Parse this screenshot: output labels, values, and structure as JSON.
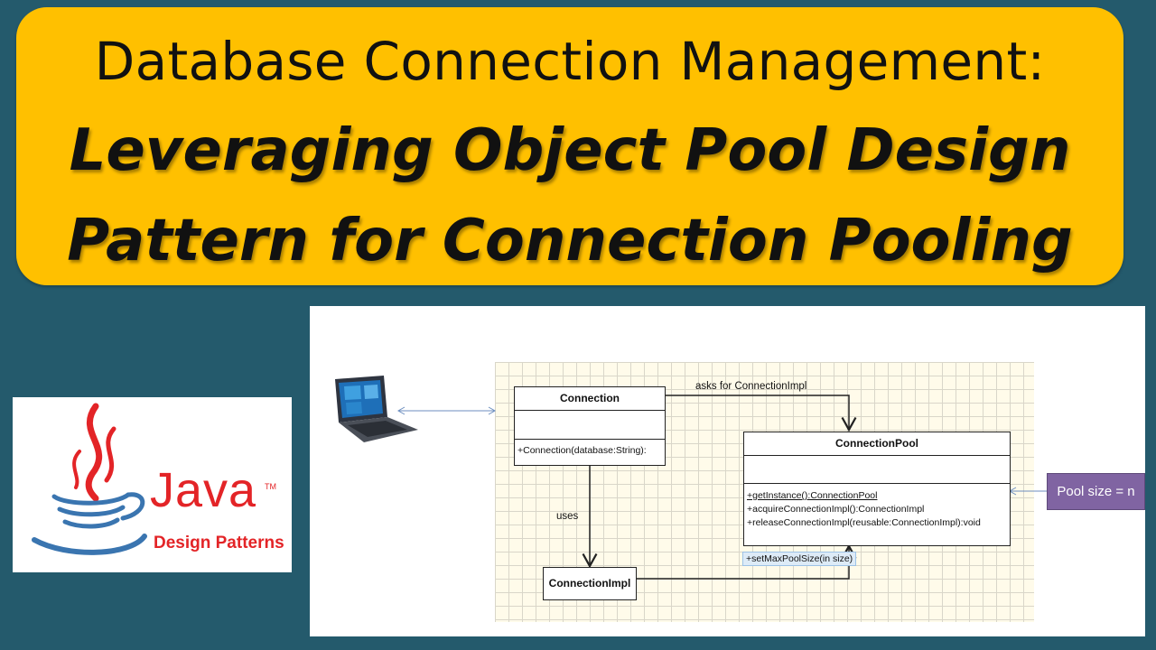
{
  "title": {
    "line1": "Database Connection Management:",
    "line2": "Leveraging Object Pool Design",
    "line3": "Pattern for Connection Pooling"
  },
  "logo": {
    "word": "Java",
    "trademark": "TM",
    "subtitle": "Design Patterns"
  },
  "diagram": {
    "connection": {
      "name": "Connection",
      "operations": [
        "+Connection(database:String):"
      ]
    },
    "connection_pool": {
      "name": "ConnectionPool",
      "operations": [
        "+getInstance():ConnectionPool",
        "+acquireConnectionImpl():ConnectionImpl",
        "+releaseConnectionImpl(reusable:ConnectionImpl):void"
      ],
      "extra_operation": "+setMaxPoolSize(in size)"
    },
    "connection_impl": {
      "name": "ConnectionImpl"
    },
    "labels": {
      "asks_for": "asks for ConnectionImpl",
      "uses": "uses"
    },
    "pool_note": "Pool size = n"
  },
  "colors": {
    "background": "#245A6C",
    "title_box": "#FFC000",
    "java_red": "#E32427",
    "java_blue": "#3A75B0",
    "note_purple": "#8064A2"
  }
}
